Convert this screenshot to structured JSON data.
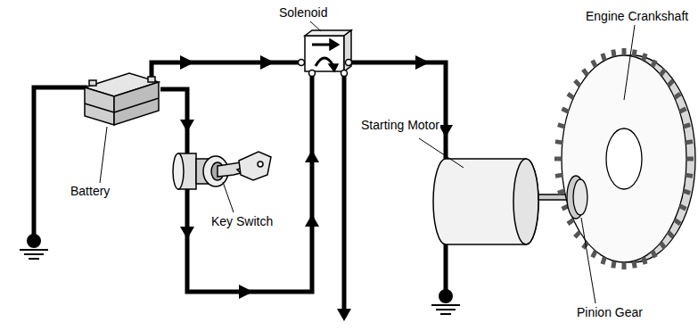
{
  "diagram": {
    "labels": [
      "Solenoid",
      "Battery",
      "Key Switch",
      "Starting Motor",
      "Engine Crankshaft",
      "Pinion Gear"
    ]
  }
}
